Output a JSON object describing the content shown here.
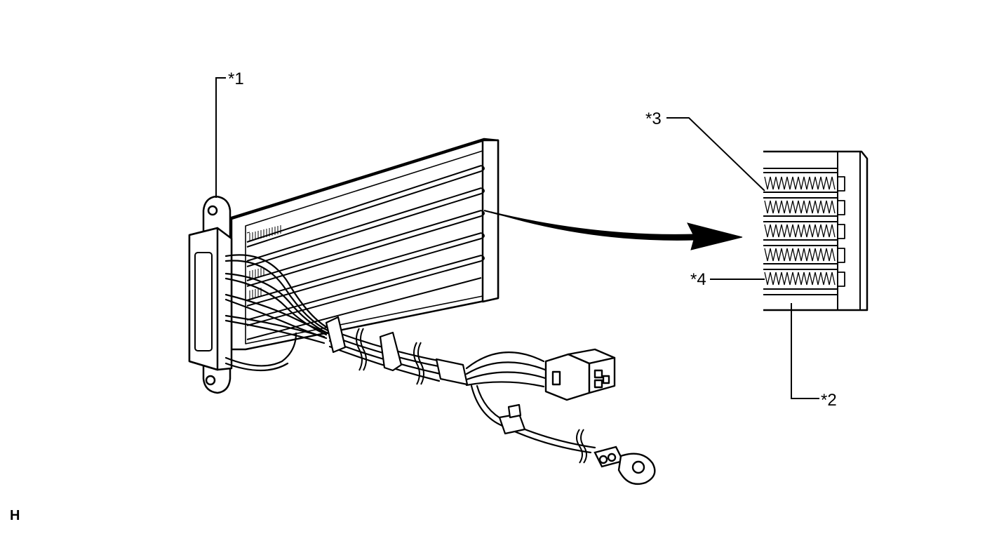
{
  "diagram": {
    "callouts": [
      {
        "id": "c1",
        "label": "*1"
      },
      {
        "id": "c2",
        "label": "*2"
      },
      {
        "id": "c3",
        "label": "*3"
      },
      {
        "id": "c4",
        "label": "*4"
      }
    ],
    "corner_code": "H"
  },
  "colors": {
    "line": "#000000",
    "background": "#ffffff",
    "fill_light": "#ffffff"
  }
}
